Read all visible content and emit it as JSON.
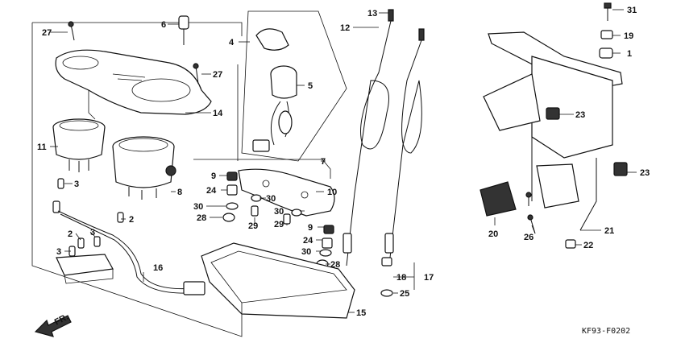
{
  "diagram_code": "KF93-F0202",
  "direction_label": "FR.",
  "callouts": [
    {
      "id": "c27a",
      "label": "27"
    },
    {
      "id": "c6",
      "label": "6"
    },
    {
      "id": "c27b",
      "label": "27"
    },
    {
      "id": "c14",
      "label": "14"
    },
    {
      "id": "c11",
      "label": "11"
    },
    {
      "id": "c3a",
      "label": "3"
    },
    {
      "id": "c8",
      "label": "8"
    },
    {
      "id": "c2a",
      "label": "2"
    },
    {
      "id": "c2b",
      "label": "2"
    },
    {
      "id": "c3b",
      "label": "3"
    },
    {
      "id": "c3c",
      "label": "3"
    },
    {
      "id": "c16",
      "label": "16"
    },
    {
      "id": "c4",
      "label": "4"
    },
    {
      "id": "c5",
      "label": "5"
    },
    {
      "id": "c7",
      "label": "7"
    },
    {
      "id": "c9a",
      "label": "9"
    },
    {
      "id": "c24a",
      "label": "24"
    },
    {
      "id": "c10",
      "label": "10"
    },
    {
      "id": "c30a",
      "label": "30"
    },
    {
      "id": "c30b",
      "label": "30"
    },
    {
      "id": "c30c",
      "label": "30"
    },
    {
      "id": "c28a",
      "label": "28"
    },
    {
      "id": "c29a",
      "label": "29"
    },
    {
      "id": "c29b",
      "label": "29"
    },
    {
      "id": "c9b",
      "label": "9"
    },
    {
      "id": "c24b",
      "label": "24"
    },
    {
      "id": "c30d",
      "label": "30"
    },
    {
      "id": "c28b",
      "label": "28"
    },
    {
      "id": "c15",
      "label": "15"
    },
    {
      "id": "c13",
      "label": "13"
    },
    {
      "id": "c12",
      "label": "12"
    },
    {
      "id": "c18",
      "label": "18"
    },
    {
      "id": "c17",
      "label": "17"
    },
    {
      "id": "c25",
      "label": "25"
    },
    {
      "id": "c31",
      "label": "31"
    },
    {
      "id": "c19",
      "label": "19"
    },
    {
      "id": "c1",
      "label": "1"
    },
    {
      "id": "c23a",
      "label": "23"
    },
    {
      "id": "c23b",
      "label": "23"
    },
    {
      "id": "c20",
      "label": "20"
    },
    {
      "id": "c26",
      "label": "26"
    },
    {
      "id": "c21",
      "label": "21"
    },
    {
      "id": "c22",
      "label": "22"
    }
  ]
}
